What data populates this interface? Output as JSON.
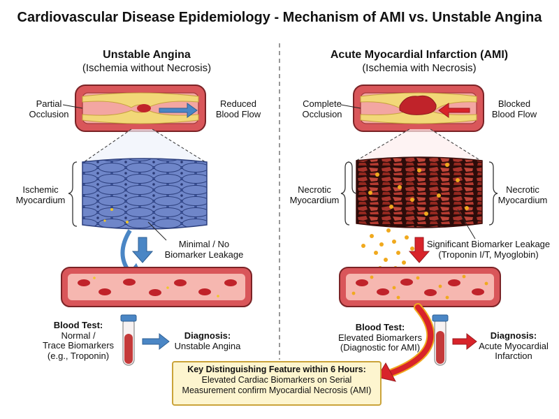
{
  "title": "Cardiovascular Disease Epidemiology - Mechanism of AMI vs. Unstable Angina",
  "left": {
    "heading": "Unstable Angina",
    "subheading": "(Ischemia without Necrosis)",
    "occlusion_label": [
      "Partial",
      "Occlusion"
    ],
    "flow_label": [
      "Reduced",
      "Blood Flow"
    ],
    "tissue_label": [
      "Ischemic",
      "Myocardium"
    ],
    "leak_label": [
      "Minimal / No",
      "Biomarker Leakage"
    ],
    "blood_test_title": "Blood Test:",
    "blood_test_lines": [
      "Normal /",
      "Trace Biomarkers",
      "(e.g., Troponin)"
    ],
    "diagnosis_title": "Diagnosis:",
    "diagnosis_value": [
      "Unstable Angina"
    ]
  },
  "right": {
    "heading": "Acute Myocardial Infarction (AMI)",
    "subheading": "(Ischemia with Necrosis)",
    "occlusion_label": [
      "Complete",
      "Occlusion"
    ],
    "flow_label": [
      "Blocked",
      "Blood Flow"
    ],
    "tissue_label_left": [
      "Necrotic",
      "Myocardium"
    ],
    "tissue_label_right": [
      "Necrotic",
      "Myocardium"
    ],
    "leak_label": [
      "Significant Biomarker Leakage",
      "(Troponin I/T, Myoglobin)"
    ],
    "blood_test_title": "Blood Test:",
    "blood_test_lines": [
      "Elevated Biomarkers",
      "(Diagnostic for AMI)"
    ],
    "diagnosis_title": "Diagnosis:",
    "diagnosis_value": [
      "Acute Myocardial",
      "Infarction"
    ]
  },
  "key_feature": {
    "title": "Key Distinguishing Feature within 6 Hours:",
    "lines": [
      "Elevated Cardiac Biomarkers on Serial",
      "Measurement confirm Myocardial Necrosis (AMI)"
    ]
  },
  "colors": {
    "vessel_wall": "#d9565a",
    "vessel_lumen": "#f3a6a2",
    "plaque": "#f2d878",
    "clot": "#c0232a",
    "ischemic_tissue": "#5b73b8",
    "necrotic_tissue": "#8e2a24",
    "biomarker": "#f0a91e",
    "blue_arrow": "#4a86c5",
    "red_arrow": "#d8232a",
    "key_box_fill": "#fdf5cf",
    "key_box_border": "#caa33a"
  },
  "icons": [
    "blood-test-tube-icon",
    "right-arrow-icon",
    "down-arrow-icon",
    "curved-arrow-icon"
  ]
}
